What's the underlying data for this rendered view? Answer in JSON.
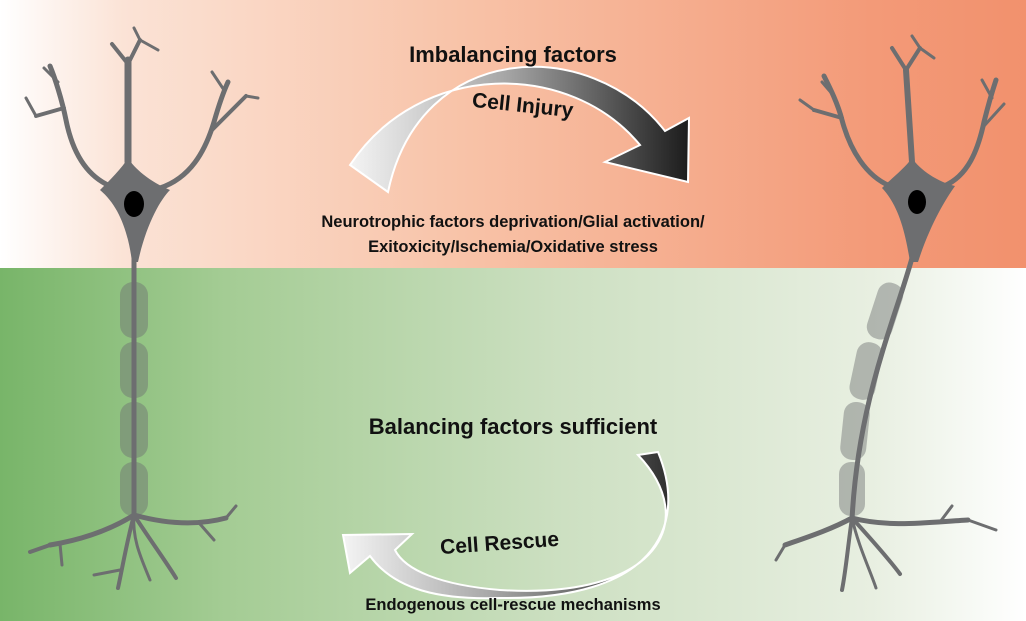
{
  "top_section": {
    "title": "Imbalancing factors",
    "arrow_label": "Cell Injury",
    "factors_line1": "Neurotrophic factors deprivation/Glial activation/",
    "factors_line2": "Exitoxicity/Ischemia/Oxidative stress",
    "background_colors": [
      "#ffffff",
      "#f8c3a8",
      "#f2916d"
    ]
  },
  "bottom_section": {
    "title": "Balancing factors sufficient",
    "arrow_label": "Cell Rescue",
    "mechanisms": "Endogenous cell-rescue mechanisms",
    "background_colors": [
      "#78b569",
      "#cde0c2",
      "#ffffff"
    ]
  },
  "neurons": {
    "healthy": {
      "state": "healthy",
      "color": "#6d6e70"
    },
    "injured": {
      "state": "injured",
      "color": "#6d6e70"
    }
  }
}
